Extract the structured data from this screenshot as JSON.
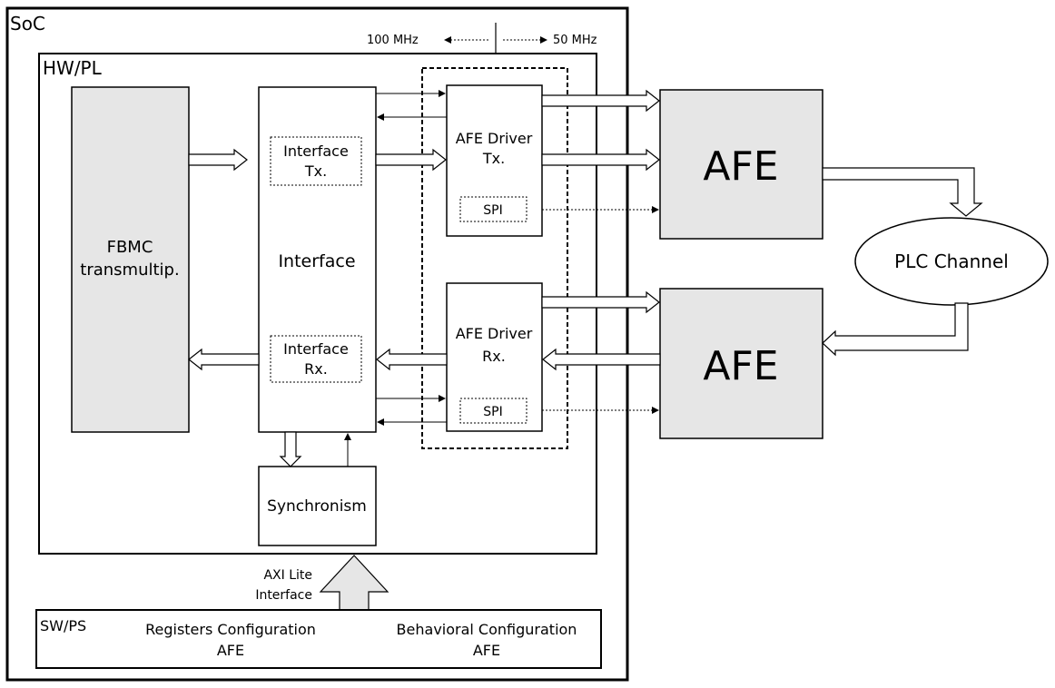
{
  "soc": {
    "label": "SoC"
  },
  "clock": {
    "left": "100 MHz",
    "right": "50 MHz"
  },
  "hw": {
    "label": "HW/PL"
  },
  "blocks": {
    "fbmc_line1": "FBMC",
    "fbmc_line2": "transmultip.",
    "interface": "Interface",
    "interface_tx_line1": "Interface",
    "interface_tx_line2": "Tx.",
    "interface_rx_line1": "Interface",
    "interface_rx_line2": "Rx.",
    "afe_driver_tx_line1": "AFE Driver",
    "afe_driver_tx_line2": "Tx.",
    "afe_driver_rx_line1": "AFE Driver",
    "afe_driver_rx_line2": "Rx.",
    "spi_tx": "SPI",
    "spi_rx": "SPI",
    "synchronism": "Synchronism",
    "afe_top": "AFE",
    "afe_bottom": "AFE",
    "plc_channel": "PLC Channel"
  },
  "axi": {
    "line1": "AXI Lite",
    "line2": "Interface"
  },
  "sw": {
    "label": "SW/PS",
    "registers_line1": "Registers Configuration",
    "registers_line2": "AFE",
    "behavioral_line1": "Behavioral Configuration",
    "behavioral_line2": "AFE"
  },
  "colors": {
    "block_fill": "#e6e6e6",
    "stroke": "#000000",
    "axi_arrow_fill": "#e6e6e6"
  }
}
